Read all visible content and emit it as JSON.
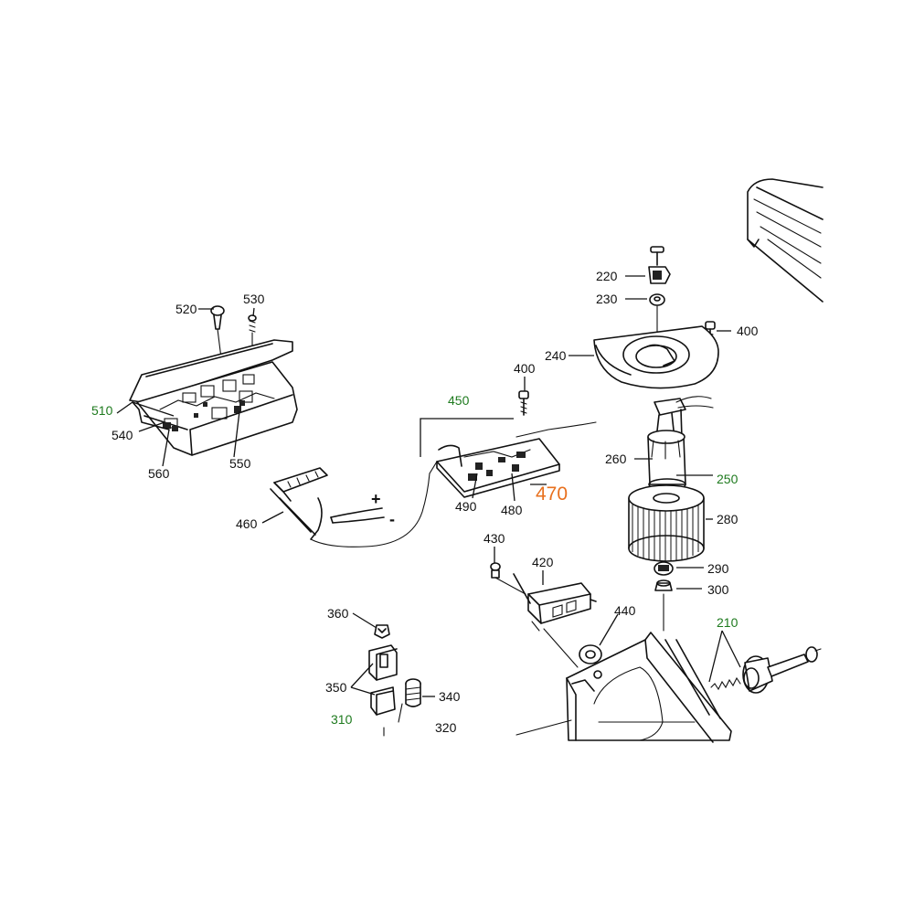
{
  "colors": {
    "line": "#111111",
    "assembly_label": "#1e7a1e",
    "highlight_label": "#e8701e"
  },
  "labels": {
    "p220": "220",
    "p230": "230",
    "p400a": "400",
    "p240": "240",
    "p400b": "400",
    "p450": "450",
    "p250": "250",
    "p260": "260",
    "p470": "470",
    "p490": "490",
    "p480": "480",
    "p280": "280",
    "p520": "520",
    "p530": "530",
    "p510": "510",
    "p540": "540",
    "p560": "560",
    "p550": "550",
    "p460": "460",
    "p430": "430",
    "p420": "420",
    "p440": "440",
    "p290": "290",
    "p300": "300",
    "p210": "210",
    "p360": "360",
    "p350": "350",
    "p340": "340",
    "p310": "310",
    "p320": "320"
  },
  "symbols": {
    "plus": "+",
    "minus": "-"
  }
}
